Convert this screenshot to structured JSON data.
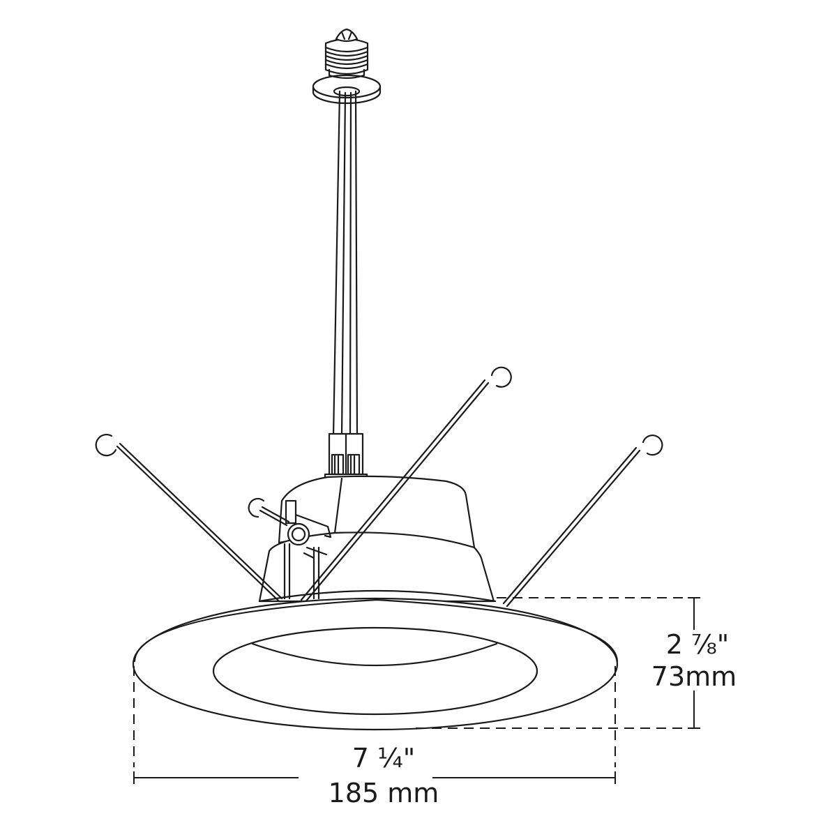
{
  "figure": {
    "subject": "Recessed LED retrofit downlight with E26 screw-base adapter, torsion spring wires and round trim",
    "colors": {
      "line": "#1a1a1a",
      "background": "#ffffff"
    }
  },
  "dimensions": {
    "diameter": {
      "imperial": "7 ¼\"",
      "metric": "185 mm"
    },
    "height": {
      "imperial": "2 ⅞\"",
      "metric": "73mm"
    }
  },
  "components": [
    {
      "id": "screw-base",
      "label": "Screw-in socket adapter"
    },
    {
      "id": "lead-wires",
      "label": "Lead wires"
    },
    {
      "id": "connector",
      "label": "Quick connector"
    },
    {
      "id": "housing",
      "label": "Housing / driver can"
    },
    {
      "id": "torsion-springs",
      "label": "Spring clips (x4)"
    },
    {
      "id": "trim",
      "label": "Trim ring"
    }
  ]
}
